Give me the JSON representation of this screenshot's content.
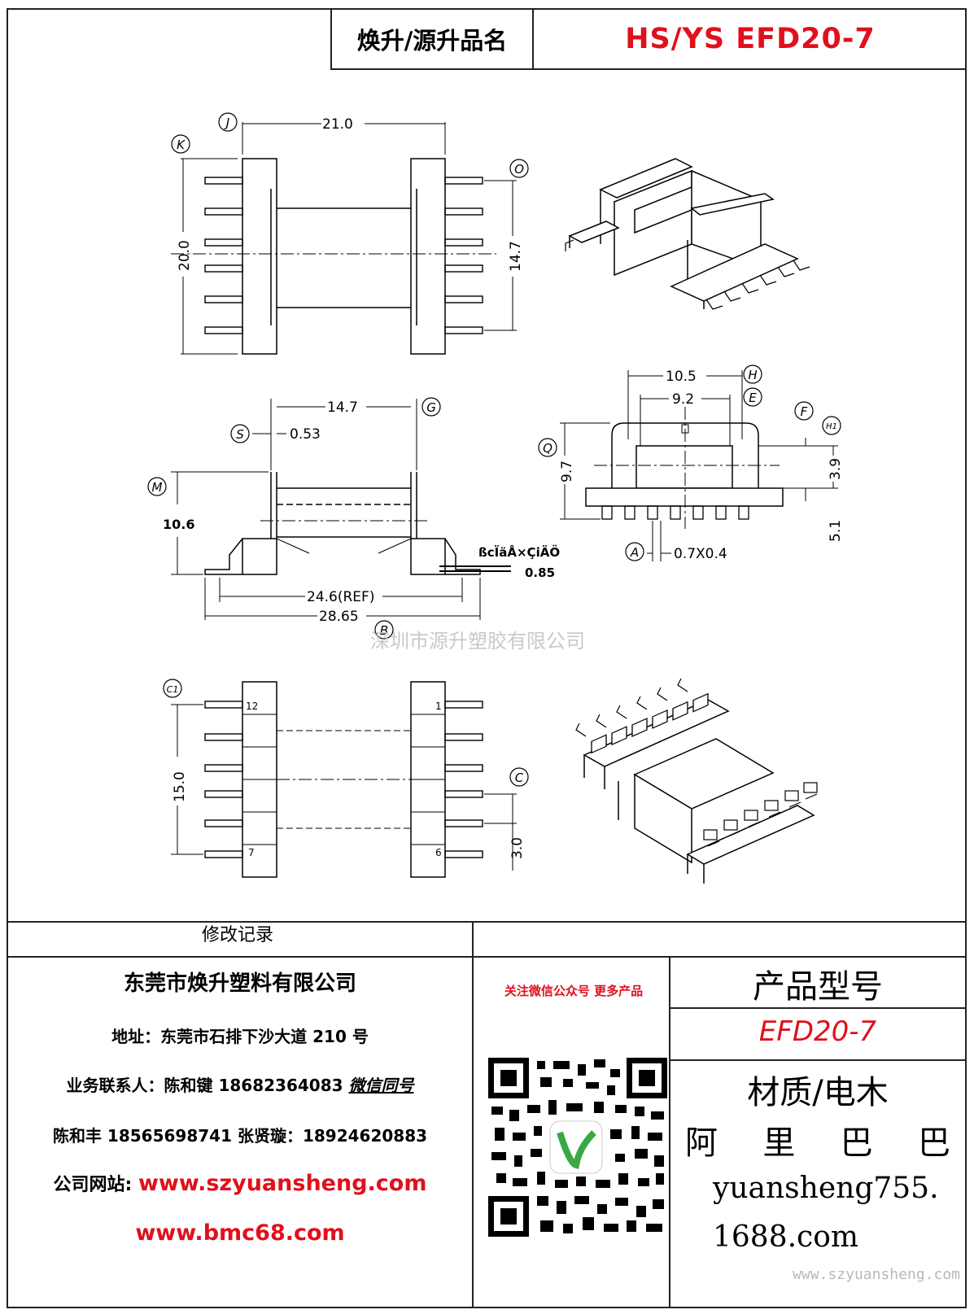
{
  "header": {
    "name_label": "焕升/源升品名",
    "model": "HS/YS EFD20-7"
  },
  "drawing": {
    "labels": {
      "J": "J",
      "K": "K",
      "O": "O",
      "S": "S",
      "G": "G",
      "M": "M",
      "H": "H",
      "E": "E",
      "F": "F",
      "H1": "H1",
      "Q": "Q",
      "A": "A",
      "B": "B",
      "C1": "C1",
      "C": "C"
    },
    "dims": {
      "d21": "21.0",
      "d20": "20.0",
      "d147a": "14.7",
      "d147b": "14.7",
      "d053": "0.53",
      "d106": "10.6",
      "d246": "24.6(REF)",
      "d2865": "28.65",
      "d105": "10.5",
      "d92": "9.2",
      "d97": "9.7",
      "d39": "3.9",
      "d51": "5.1",
      "d0704": "0.7X0.4",
      "garbled": "ßcÏäÅ×ÇiÄÖ",
      "d085": "0.85",
      "d150": "15.0",
      "d30": "3.0"
    },
    "pins": {
      "p12": "12",
      "p1": "1",
      "p7": "7",
      "p6": "6"
    },
    "watermark": "深圳市源升塑胶有限公司"
  },
  "footer": {
    "revision_label": "修改记录",
    "company": "东莞市焕升塑料有限公司",
    "address": "地址：东莞市石排下沙大道 210 号",
    "contact1_prefix": "业务联系人：陈和键 18682364083 ",
    "contact1_wechat": "微信同号",
    "contact2": "陈和丰  18565698741  张贤璇：18924620883",
    "website_label": "公司网站: ",
    "website1": "www.szyuansheng.com",
    "website2": "www.bmc68.com",
    "qr_caption": "关注微信公众号  更多产品",
    "product_label": "产品型号",
    "product_model": "EFD20-7",
    "material": "材质/电木",
    "alibaba": [
      "阿",
      "里",
      "巴",
      "巴"
    ],
    "shop1": "yuansheng755.",
    "shop2": "1688.com",
    "site_watermark": "www.szyuansheng.com"
  },
  "colors": {
    "accent_red": "#e0101c",
    "line": "#222222",
    "qr_green": "#3aa845"
  }
}
